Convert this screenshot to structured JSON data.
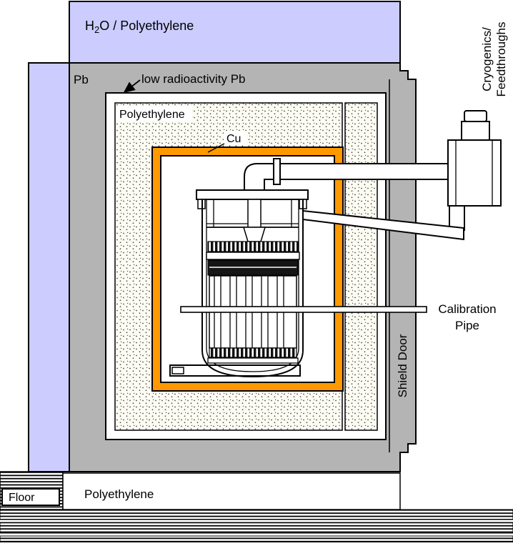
{
  "diagram": {
    "type": "detector-shielding-cross-section",
    "colors": {
      "lavender": "#ccccff",
      "gray": "#b4b4b4",
      "copper_orange": "#ff9900",
      "stipple_bg": "#fcfcf3",
      "dark_band": "#151515",
      "white": "#ffffff",
      "line": "#000000"
    },
    "labels": {
      "top_shield": {
        "prefix": "H",
        "subscript": "2",
        "suffix": "O / Polyethylene"
      },
      "pb": "Pb",
      "low_rad_pb": "low radioactivity Pb",
      "polyethylene_inner": "Polyethylene",
      "cu": "Cu",
      "cryogenics": {
        "line1": "Cryogenics/",
        "line2": "Feedthroughs"
      },
      "calibration": {
        "line1": "Calibration",
        "line2": "Pipe"
      },
      "shield_door": "Shield Door",
      "floor": "Floor",
      "polyethylene_bottom": "Polyethylene"
    }
  }
}
